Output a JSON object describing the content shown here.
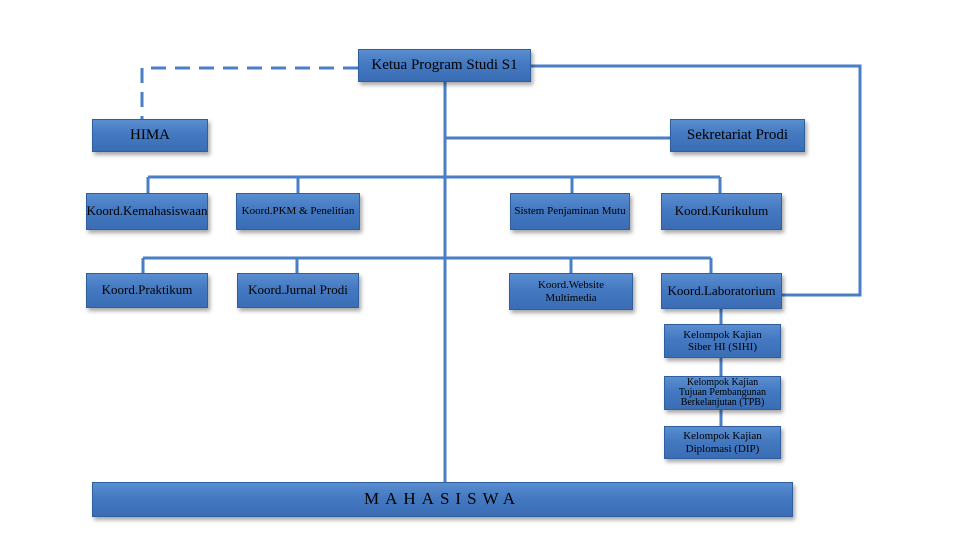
{
  "ketua": "Ketua Program Studi S1",
  "hima": "HIMA",
  "sekretariat": "Sekretariat Prodi",
  "row1": {
    "kemahasiswaan": "Koord.Kemahasiswaan",
    "pkm": "Koord.PKM & Penelitian",
    "spm": "Sistem Penjaminan Mutu",
    "kurikulum": "Koord.Kurikulum"
  },
  "row2": {
    "praktikum": "Koord.Praktikum",
    "jurnal": "Koord.Jurnal Prodi",
    "website_line1": "Koord.Website",
    "website_line2": "Multimedia",
    "laboratorium": "Koord.Laboratorium"
  },
  "kajian": {
    "sihi_line1": "Kelompok Kajian",
    "sihi_line2": "Siber HI (SIHI)",
    "tpb_line1": "Kelompok Kajian",
    "tpb_line2": "Tujuan Pembangunan",
    "tpb_line3": "Berkelanjutan (TPB)",
    "dip_line1": "Kelompok Kajian",
    "dip_line2": "Diplomasi (DIP)"
  },
  "mahasiswa": "MAHASISWA",
  "colors": {
    "box": "#4a7ec6",
    "line": "#4a7ec6"
  }
}
